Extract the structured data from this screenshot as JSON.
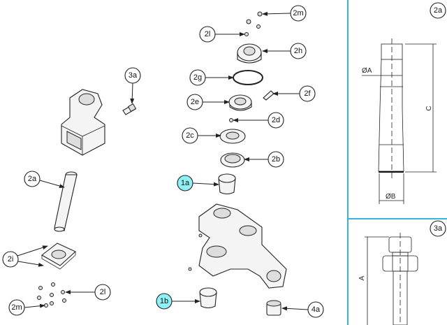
{
  "callouts": {
    "c3a": "3a",
    "c2a": "2a",
    "c2i": "2i",
    "c2l_bottom": "2l",
    "c2m_bottom": "2m",
    "c2m_top": "2m",
    "c2l_top": "2l",
    "c2h": "2h",
    "c2g": "2g",
    "c2f": "2f",
    "c2e": "2e",
    "c2d": "2d",
    "c2c": "2c",
    "c2b": "2b",
    "c1a": "1a",
    "c1b": "1b",
    "c4a": "4a"
  },
  "detail_2a": {
    "label": "2a",
    "dim_a": "ØA",
    "dim_b": "ØB",
    "dim_c": "C"
  },
  "detail_3a": {
    "label": "3a",
    "dim_a": "A"
  },
  "colors": {
    "highlight": "#8ff0f5",
    "divider": "#35b6dd"
  }
}
